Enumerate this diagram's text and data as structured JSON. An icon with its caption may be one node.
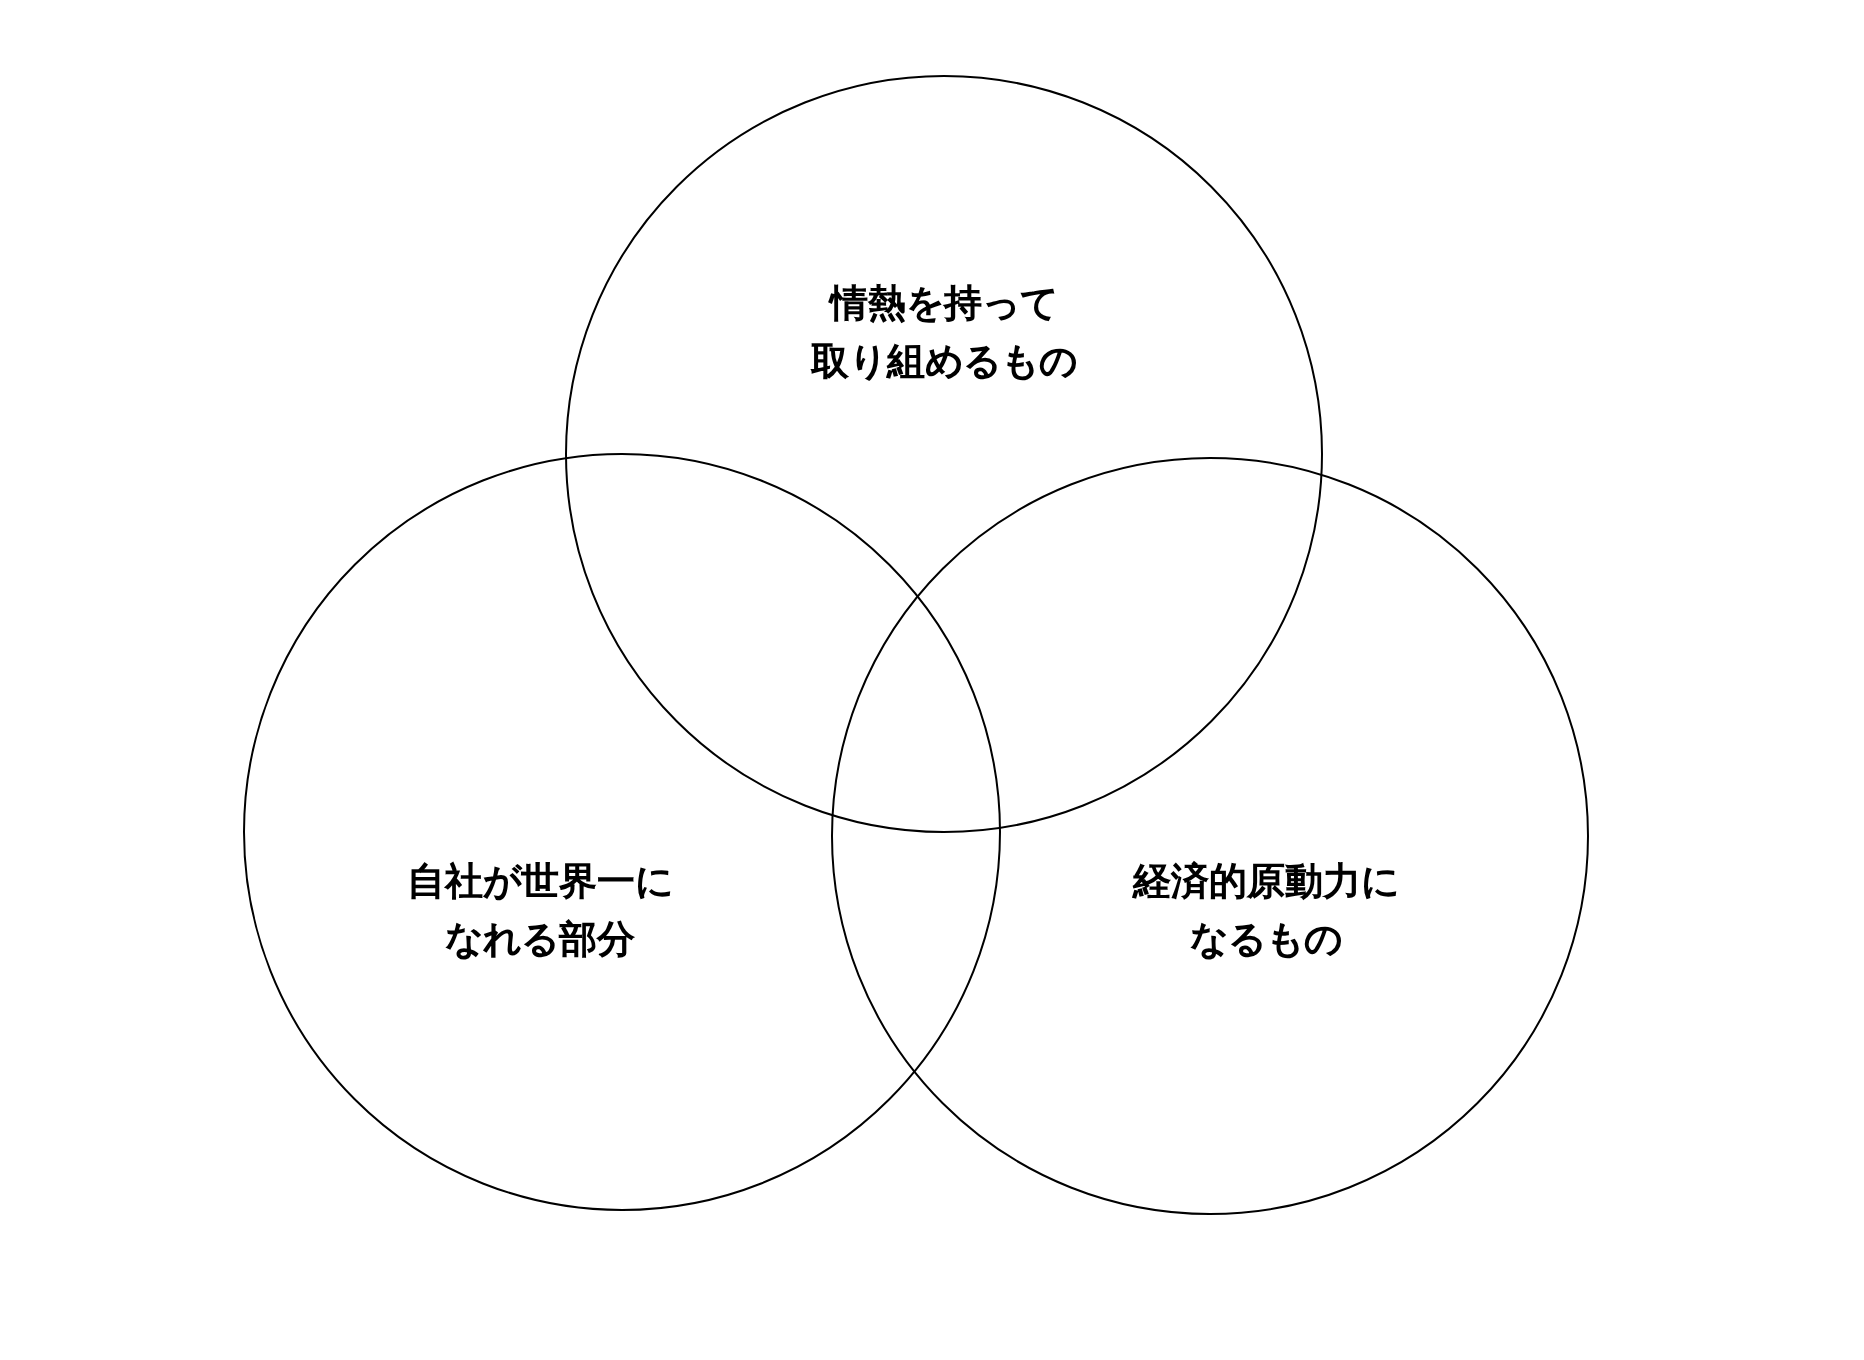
{
  "diagram": {
    "nodes": [
      {
        "text": [
          "情熱を持って取り組めるもの"
        ]
      },
      {
        "text": [
          "自社が世界一になれる部分"
        ]
      },
      {
        "text": [
          "経済的原動力になるもの"
        ]
      }
    ]
  }
}
